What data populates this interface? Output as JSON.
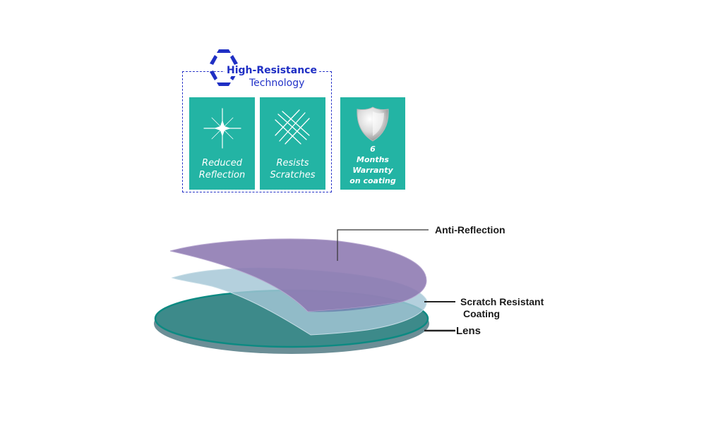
{
  "badge": {
    "title": "High-Resistance",
    "subtitle": "Technology",
    "color": "#2333c8"
  },
  "features": [
    {
      "icon": "sparkle-icon",
      "line1": "Reduced",
      "line2": "Reflection"
    },
    {
      "icon": "scratches-icon",
      "line1": "Resists",
      "line2": "Scratches"
    }
  ],
  "warranty": {
    "icon": "shield-icon",
    "lines": [
      "6",
      "Months",
      "Warranty",
      "on coating"
    ]
  },
  "layers": {
    "anti_reflection": "Anti-Reflection",
    "scratch_line1": "Scratch Resistant",
    "scratch_line2": "Coating",
    "lens": "Lens"
  },
  "colors": {
    "card": "#23b4a4",
    "anti_reflection": "#8e7ab0",
    "scratch_coating": "#a6c8d8",
    "lens": "#3c8e8c",
    "lens_rim": "#0f8a82"
  }
}
